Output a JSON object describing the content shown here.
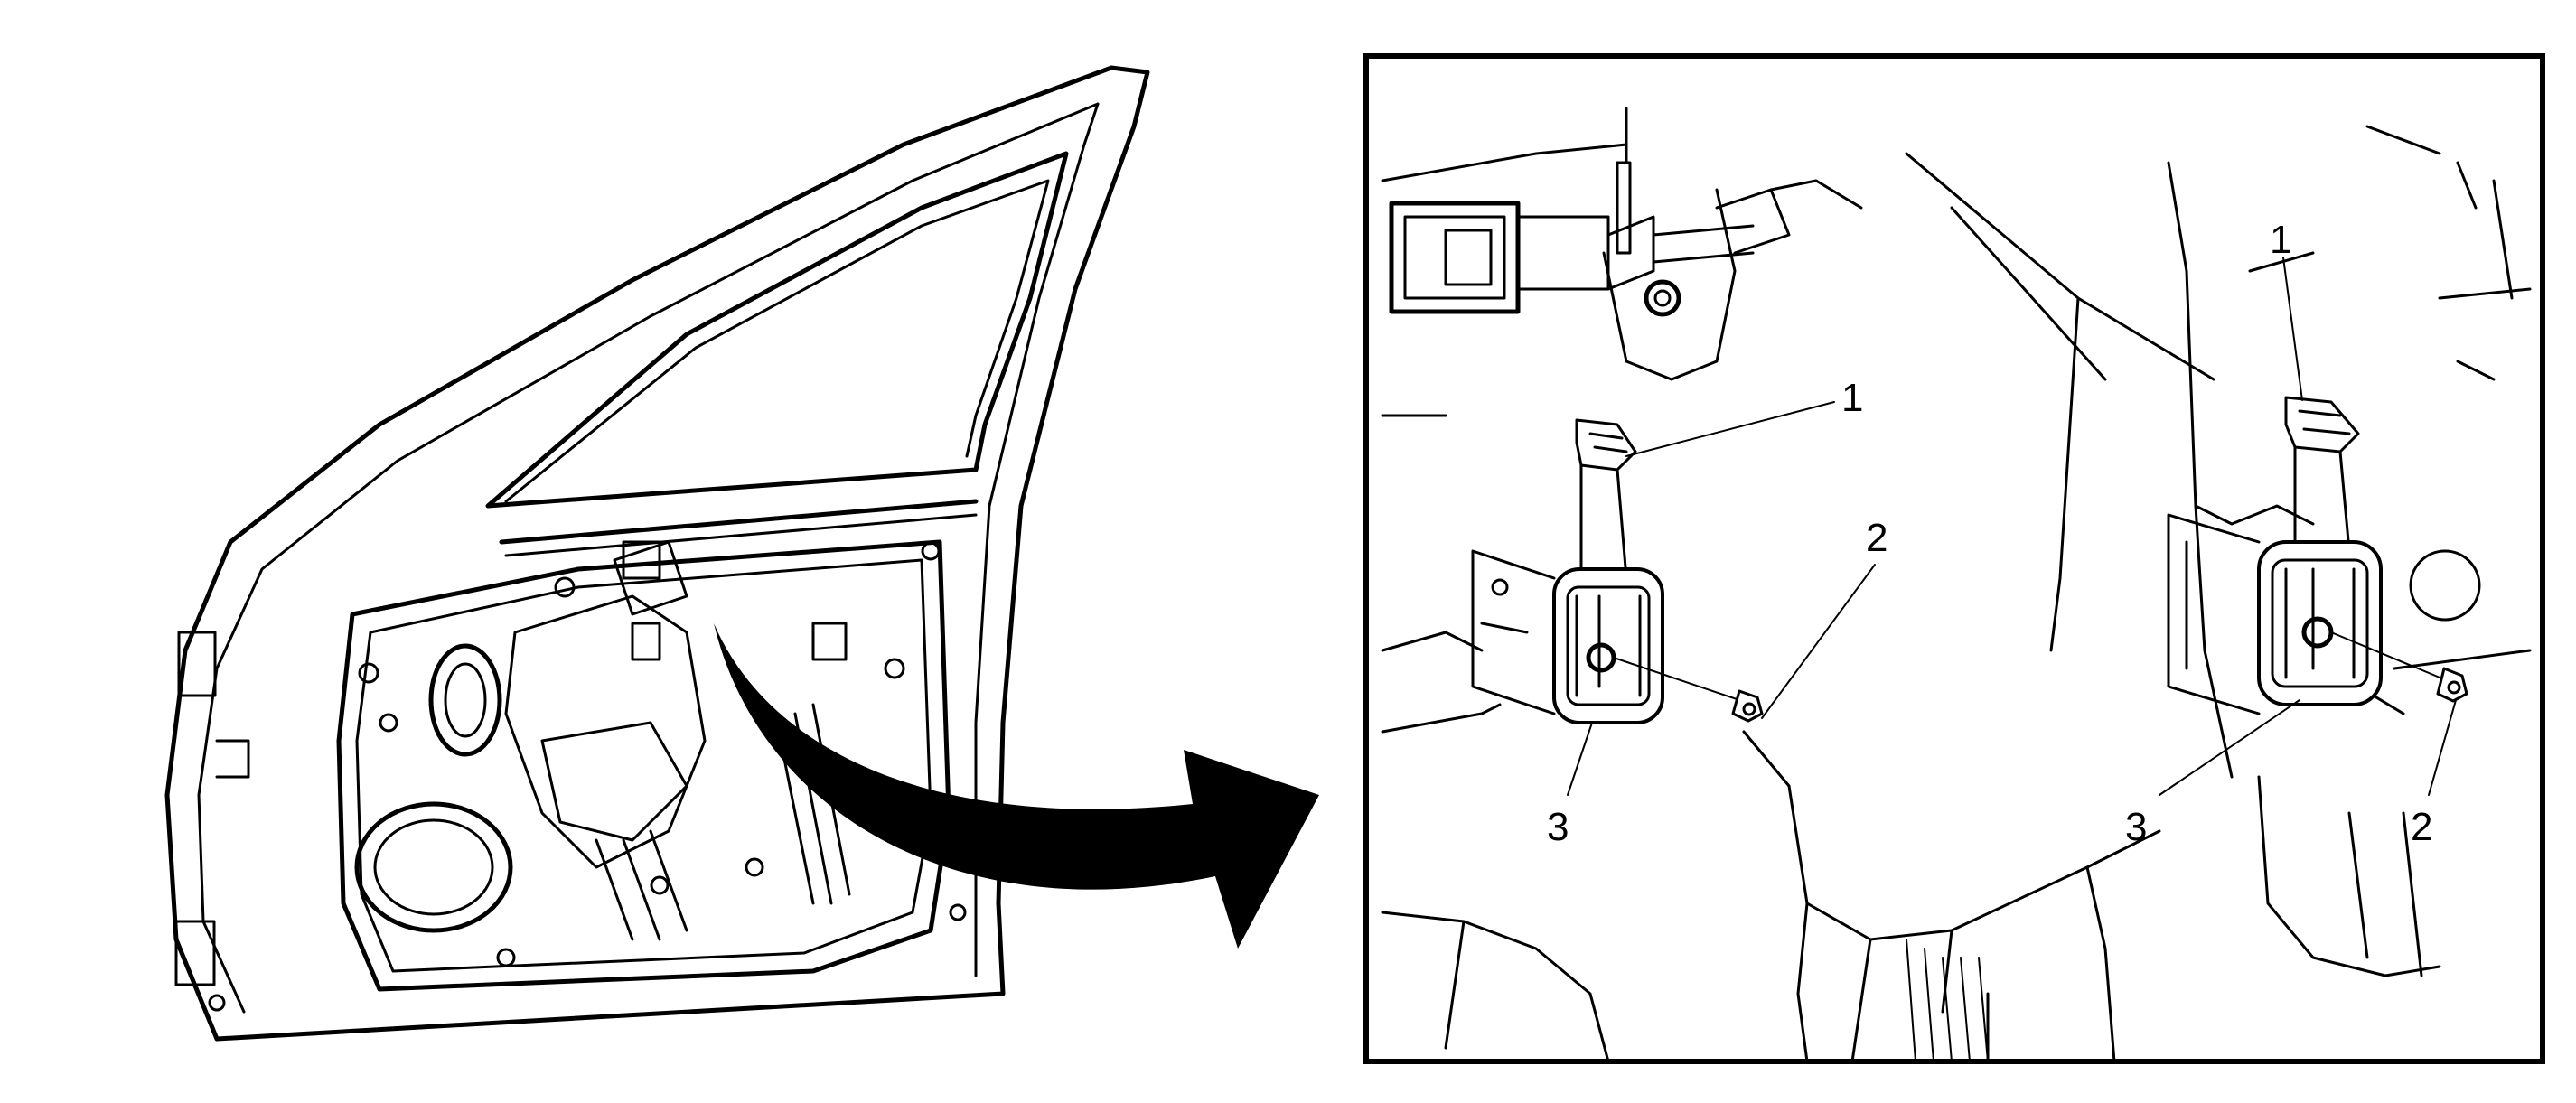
{
  "callouts": {
    "left_1": "1",
    "left_2": "2",
    "left_3": "3",
    "right_1": "1",
    "right_2": "2",
    "right_3": "3"
  },
  "colors": {
    "line": "#000000",
    "background": "#ffffff"
  }
}
